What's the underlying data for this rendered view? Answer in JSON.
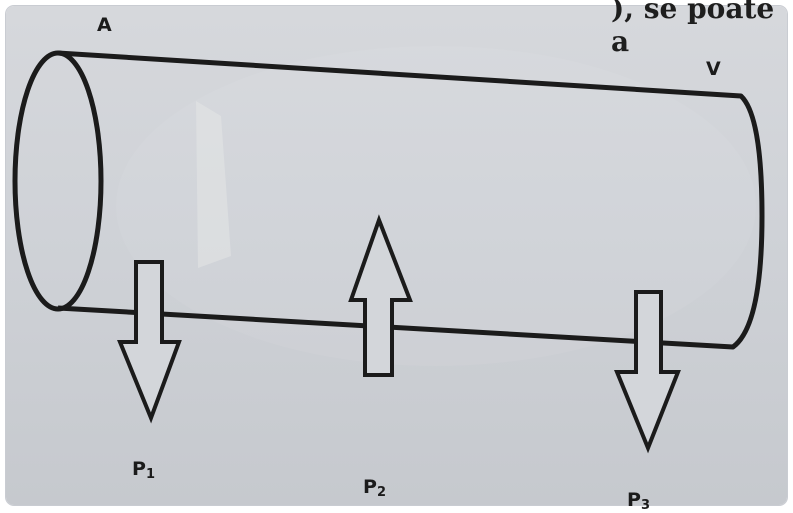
{
  "labels": {
    "corner_a": "A",
    "corner_v": "V",
    "p1": {
      "letter": "P",
      "sub": "1"
    },
    "p2": {
      "letter": "P",
      "sub": "2"
    },
    "p3": {
      "letter": "P",
      "sub": "3"
    }
  },
  "cropped_text": "), se poate a",
  "colors": {
    "ink": "#1b1b1b",
    "paper": "#d3d6da"
  }
}
